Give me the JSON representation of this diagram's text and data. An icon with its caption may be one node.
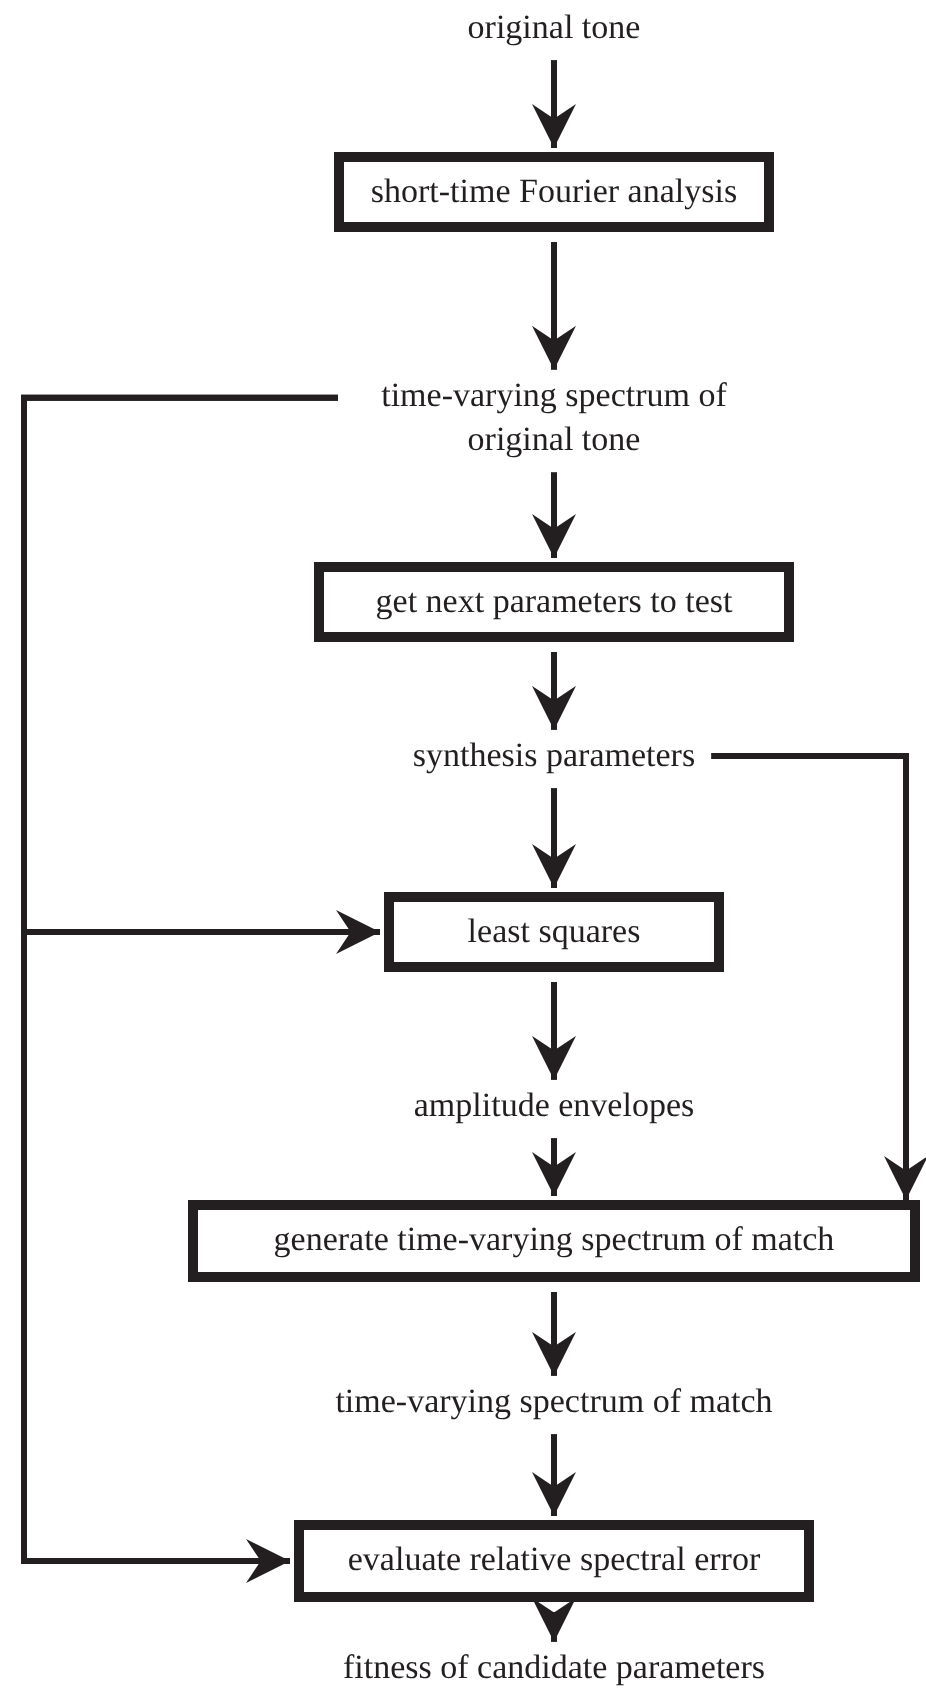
{
  "diagram": {
    "nodes": [
      {
        "text": [
          "original tone"
        ]
      },
      {
        "text": [
          "short-time Fourier analysis"
        ]
      },
      {
        "text": [
          "time-varying spectrum of original tone"
        ]
      },
      {
        "text": [
          "get next parameters to test"
        ]
      },
      {
        "text": [
          "synthesis parameters"
        ]
      },
      {
        "text": [
          "least squares"
        ]
      },
      {
        "text": [
          "amplitude envelopes"
        ]
      },
      {
        "text": [
          "generate time-varying spectrum of match"
        ]
      },
      {
        "text": [
          "time-varying spectrum of match"
        ]
      },
      {
        "text": [
          "evaluate relative spectral error"
        ]
      },
      {
        "text": [
          "fitness of candidate parameters"
        ]
      }
    ],
    "edges": [
      {
        "from": 0,
        "to": 1,
        "arrow": "to"
      },
      {
        "from": 1,
        "to": 2,
        "arrow": "to"
      },
      {
        "from": 2,
        "to": 3,
        "arrow": "to"
      },
      {
        "from": 3,
        "to": 4,
        "arrow": "to"
      },
      {
        "from": 4,
        "to": 5,
        "arrow": "to"
      },
      {
        "from": 5,
        "to": 6,
        "arrow": "to"
      },
      {
        "from": 6,
        "to": 7,
        "arrow": "to"
      },
      {
        "from": 7,
        "to": 8,
        "arrow": "to"
      },
      {
        "from": 8,
        "to": 9,
        "arrow": "to"
      },
      {
        "from": 9,
        "to": 10,
        "arrow": "to"
      },
      {
        "from": 2,
        "to": 5,
        "arrow": "to"
      },
      {
        "from": 2,
        "to": 9,
        "arrow": "to"
      },
      {
        "from": 4,
        "to": 7,
        "arrow": "to"
      }
    ]
  }
}
